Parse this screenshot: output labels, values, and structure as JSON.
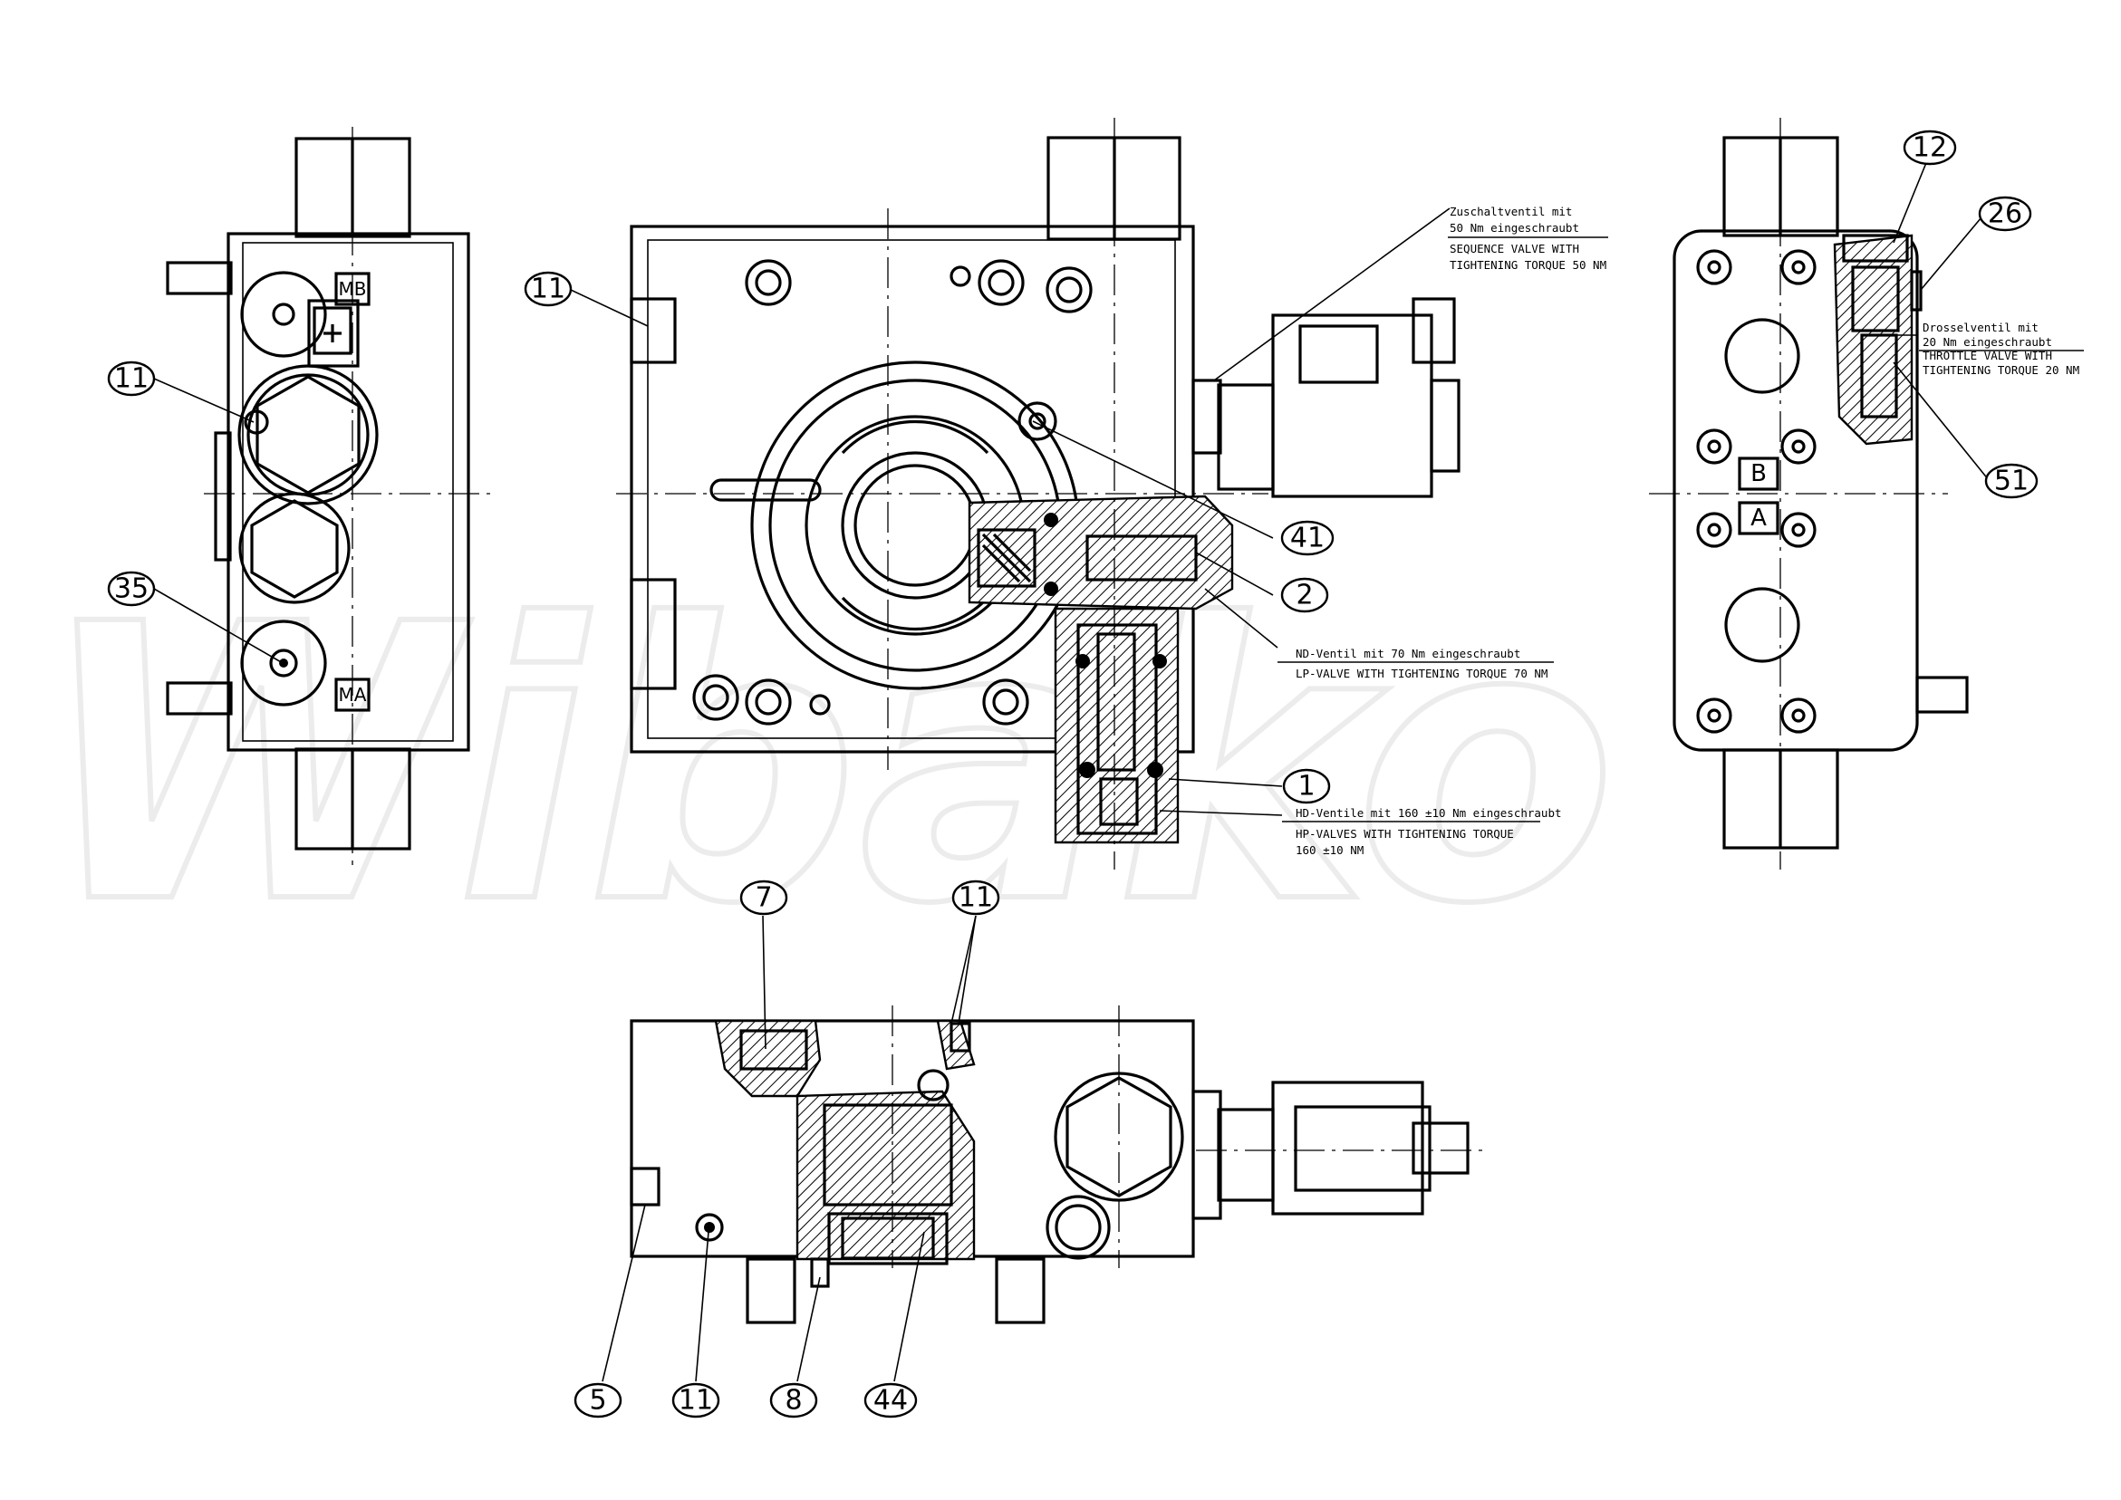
{
  "watermark": "Wibako",
  "ports": {
    "mb": "MB",
    "ma": "MA",
    "b": "B",
    "a": "A"
  },
  "balloons": {
    "b11_topleft": "11",
    "b11_left": "11",
    "b35": "35",
    "b41": "41",
    "b2": "2",
    "b1": "1",
    "b12": "12",
    "b26": "26",
    "b51": "51",
    "b7": "7",
    "b11_bottomtop": "11",
    "b5": "5",
    "b11_bottom": "11",
    "b8": "8",
    "b44": "44"
  },
  "notes": {
    "sequence_de_1": "Zuschaltventil mit",
    "sequence_de_2": "50 Nm eingeschraubt",
    "sequence_en_1": "SEQUENCE VALVE WITH",
    "sequence_en_2": "TIGHTENING TORQUE 50 NM",
    "throttle_de_1": "Drosselventil mit",
    "throttle_de_2": "20 Nm eingeschraubt",
    "throttle_en_1": "THROTTLE VALVE WITH",
    "throttle_en_2": "TIGHTENING TORQUE 20 NM",
    "lp_de": "ND-Ventil mit 70 Nm eingeschraubt",
    "lp_en": "LP-VALVE WITH TIGHTENING TORQUE 70 NM",
    "hp_de": "HD-Ventile mit 160 ±10 Nm eingeschraubt",
    "hp_en_1": "HP-VALVES WITH TIGHTENING TORQUE",
    "hp_en_2": "160 ±10 NM"
  }
}
